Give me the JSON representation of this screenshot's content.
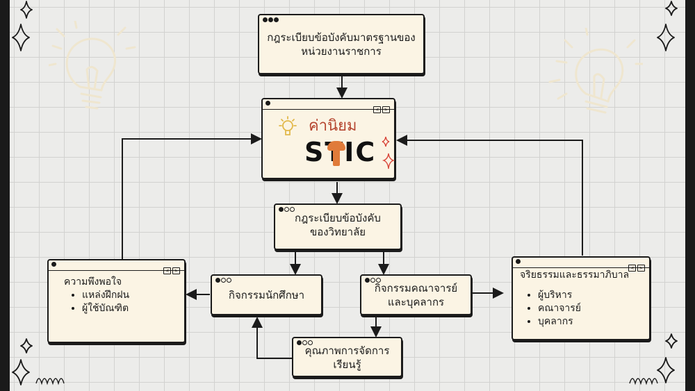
{
  "nodes": {
    "top": {
      "line1": "กฎระเบียบข้อบังคับมาตรฐานของ",
      "line2": "หน่วยงานราชการ"
    },
    "center": {
      "heading": "ค่านิยม",
      "logo": "STIC"
    },
    "college": {
      "line1": "กฎระเบียบข้อบังคับ",
      "line2": "ของวิทยาลัย"
    },
    "student": {
      "label": "กิจกรรมนักศึกษา"
    },
    "faculty": {
      "line1": "กิจกรรมคณาจารย์",
      "line2": "และบุคลากร"
    },
    "quality": {
      "line1": "คุณภาพการจัดการ",
      "line2": "เรียนรู้"
    },
    "satisfaction": {
      "title": "ความพึงพอใจ",
      "items": [
        "แหล่งฝึกฝน",
        "ผู้ใช้บัณฑิต"
      ]
    },
    "ethics": {
      "title": "จริยธรรมและธรรมาภิบาล",
      "items": [
        "ผู้บริหาร",
        "คณาจารย์",
        "บุคลากร"
      ]
    }
  },
  "colors": {
    "accent": "#e07b3a",
    "heading": "#b5452f",
    "box": "#fbf4e4",
    "line": "#1b1b1b"
  }
}
